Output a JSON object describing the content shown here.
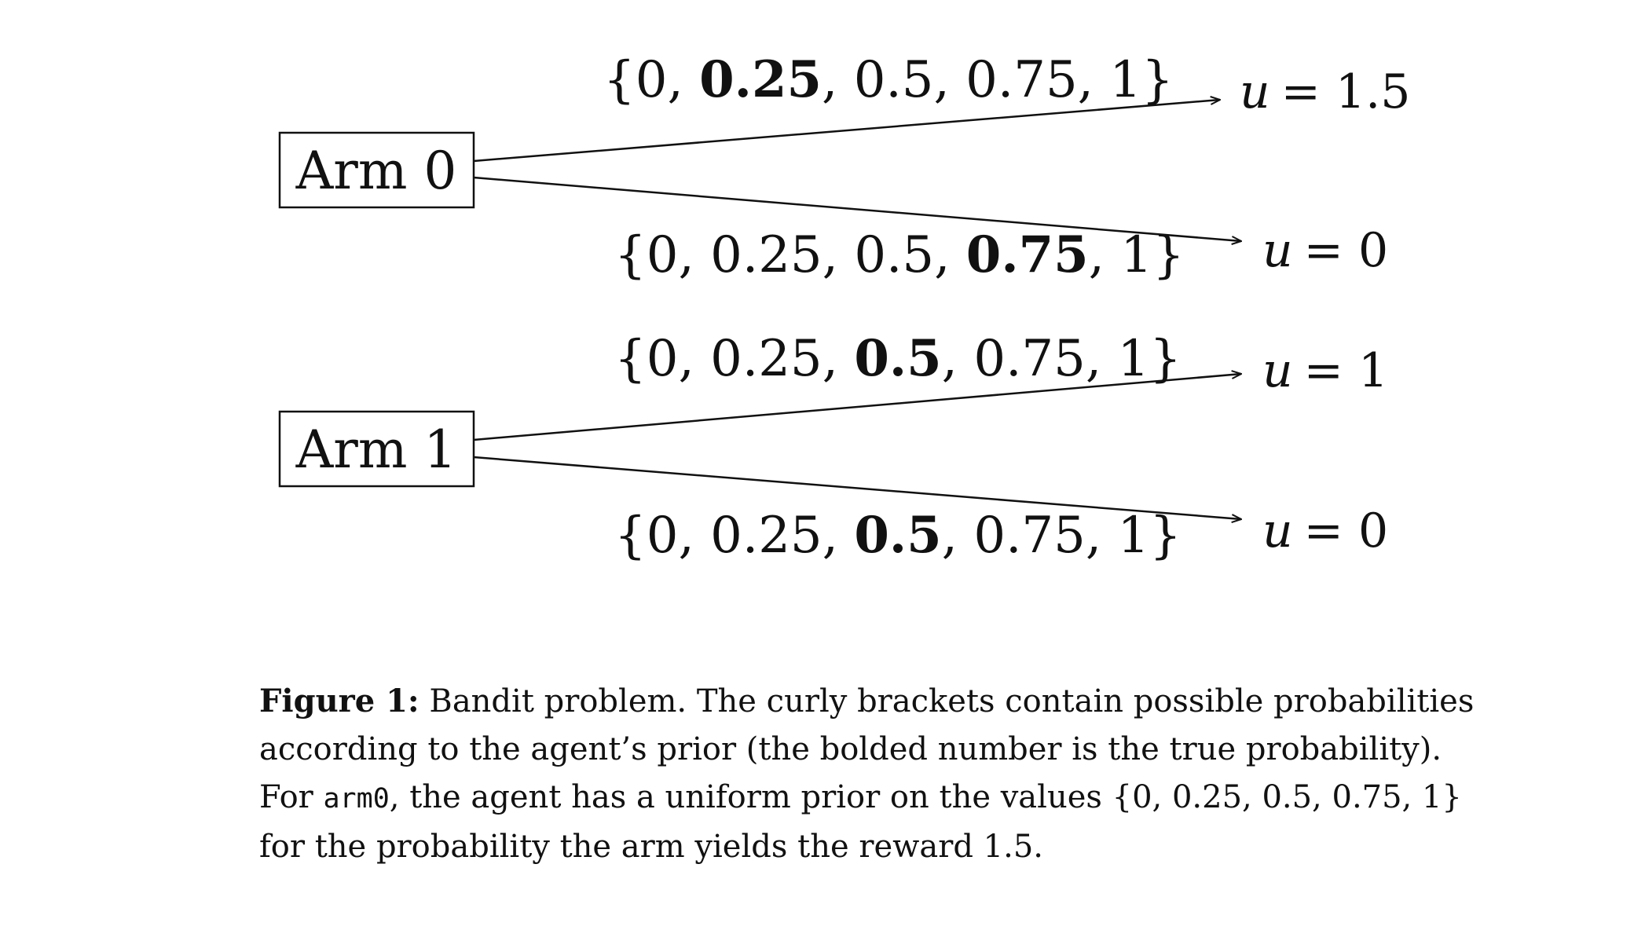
{
  "arms": [
    {
      "label": "Arm 0",
      "branches": [
        {
          "set": [
            "0",
            "0.25",
            "0.5",
            "0.75",
            "1"
          ],
          "bold_index": 1,
          "utility_var": "u",
          "utility_eq": "= 1.5"
        },
        {
          "set": [
            "0",
            "0.25",
            "0.5",
            "0.75",
            "1"
          ],
          "bold_index": 3,
          "utility_var": "u",
          "utility_eq": "= 0"
        }
      ]
    },
    {
      "label": "Arm 1",
      "branches": [
        {
          "set": [
            "0",
            "0.25",
            "0.5",
            "0.75",
            "1"
          ],
          "bold_index": 2,
          "utility_var": "u",
          "utility_eq": "= 1"
        },
        {
          "set": [
            "0",
            "0.25",
            "0.5",
            "0.75",
            "1"
          ],
          "bold_index": 2,
          "utility_var": "u",
          "utility_eq": "= 0"
        }
      ]
    }
  ],
  "caption": {
    "label": "Figure 1:",
    "text_1": " Bandit problem. The curly brackets contain possible probabilities according to the agent’s prior (the bolded number is the true probability). For ",
    "code": "arm0",
    "text_2": ", the agent has a uniform prior on the values {0, 0.25, 0.5, 0.75, 1} for the probability the arm yields the reward 1.5."
  }
}
